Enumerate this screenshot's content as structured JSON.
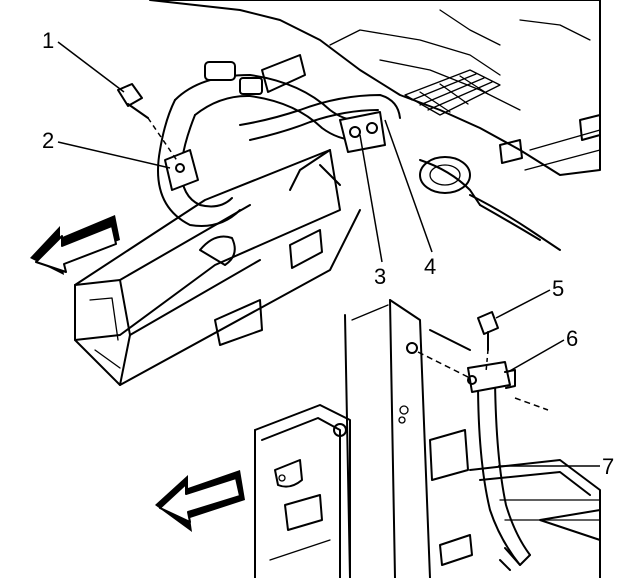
{
  "callouts": [
    {
      "id": "1",
      "label": "1"
    },
    {
      "id": "2",
      "label": "2"
    },
    {
      "id": "3",
      "label": "3"
    },
    {
      "id": "4",
      "label": "4"
    },
    {
      "id": "5",
      "label": "5"
    },
    {
      "id": "6",
      "label": "6"
    },
    {
      "id": "7",
      "label": "7"
    }
  ],
  "icons": {
    "front_arrow_upper": "front-direction-arrow-icon",
    "front_arrow_lower": "front-direction-arrow-icon"
  },
  "colors": {
    "ink": "#000000",
    "paper": "#ffffff"
  }
}
